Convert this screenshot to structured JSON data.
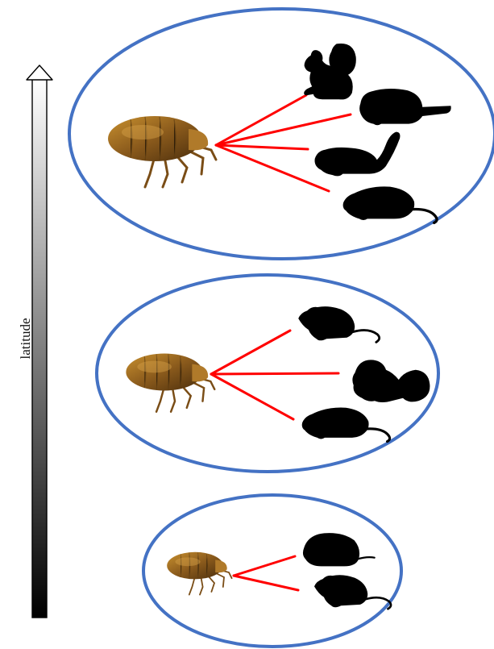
{
  "axis": {
    "label": "latitude",
    "direction": "up"
  },
  "groups": [
    {
      "position": "top",
      "parasite": "flea",
      "host_count": 4,
      "hosts": [
        "squirrel-silhouette",
        "beaver-silhouette",
        "chipmunk-silhouette",
        "rat-silhouette"
      ]
    },
    {
      "position": "middle",
      "parasite": "flea",
      "host_count": 3,
      "hosts": [
        "mouse-silhouette",
        "squirrel-silhouette",
        "rat-silhouette"
      ]
    },
    {
      "position": "bottom",
      "parasite": "flea",
      "host_count": 2,
      "hosts": [
        "vole-silhouette",
        "rat-silhouette"
      ]
    }
  ],
  "colors": {
    "ellipse": "#4472c4",
    "link": "#ff0000",
    "silhouette": "#000000",
    "flea": "#8a5a1c"
  }
}
